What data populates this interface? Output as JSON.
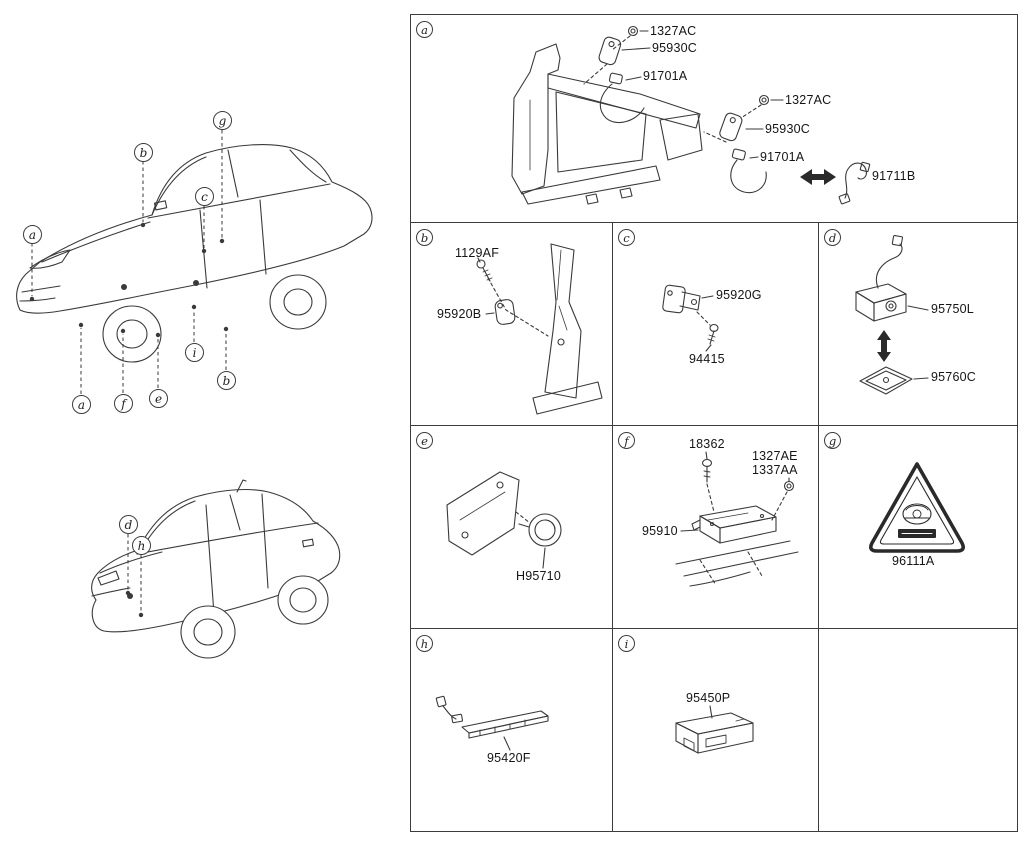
{
  "colors": {
    "line": "#3a3a3a",
    "text": "#151515"
  },
  "callouts": {
    "front": [
      "a",
      "b",
      "g",
      "c",
      "i",
      "b",
      "a",
      "f",
      "e"
    ],
    "rear": [
      "d",
      "h"
    ]
  },
  "panels": {
    "a": {
      "letter": "a",
      "parts": {
        "nut1": "1327AC",
        "sensor1": "95930C",
        "connector1": "91701A",
        "nut2": "1327AC",
        "sensor2": "95930C",
        "connector2": "91701A",
        "harness": "91711B"
      }
    },
    "b": {
      "letter": "b",
      "parts": {
        "bolt": "1129AF",
        "sensor": "95920B"
      }
    },
    "c": {
      "letter": "c",
      "parts": {
        "sensor": "95920G",
        "screw": "94415"
      }
    },
    "d": {
      "letter": "d",
      "parts": {
        "camera": "95750L",
        "pad": "95760C"
      }
    },
    "e": {
      "letter": "e",
      "parts": {
        "horn": "H95710"
      }
    },
    "f": {
      "letter": "f",
      "parts": {
        "bolt": "18362",
        "nut1": "1327AE",
        "nut2": "1337AA",
        "module": "95910"
      }
    },
    "g": {
      "letter": "g",
      "parts": {
        "emblem": "96111A"
      }
    },
    "h": {
      "letter": "h",
      "parts": {
        "antenna": "95420F"
      }
    },
    "i": {
      "letter": "i",
      "parts": {
        "module": "95450P"
      }
    }
  }
}
